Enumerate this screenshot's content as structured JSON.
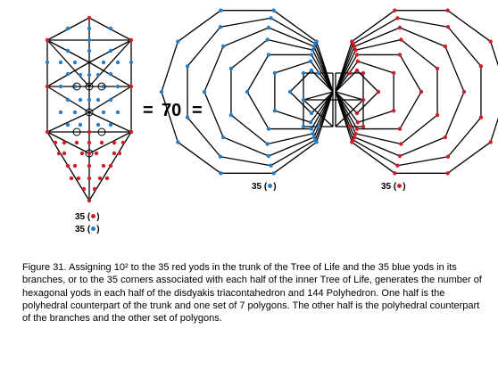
{
  "equation": {
    "equals_left": "=",
    "value": "70",
    "equals_right": "="
  },
  "tree_labels": [
    {
      "count": "35",
      "dot_color": "#cc1f2a"
    },
    {
      "count": "35",
      "dot_color": "#2b7bc2"
    }
  ],
  "polygon_labels": {
    "left": {
      "count": "35",
      "dot_color": "#2b7bc2"
    },
    "right": {
      "count": "35",
      "dot_color": "#cc1f2a"
    }
  },
  "colors": {
    "red_yod": "#cc1f2a",
    "blue_yod": "#2b7bc2",
    "line": "#000000"
  },
  "caption": "Figure 31. Assigning 10² to the 35 red yods in the trunk of the Tree of Life and the 35 blue yods in its branches, or to the 35 corners associated with each half of the inner Tree of Life, generates the number of hexagonal yods in each half of the disdyakis triacontahedron and 144 Polyhedron. One half is the polyhedral counterpart of the trunk and one set of 7 polygons. The other half is the polyhedral counterpart of the branches and the other set of polygons."
}
